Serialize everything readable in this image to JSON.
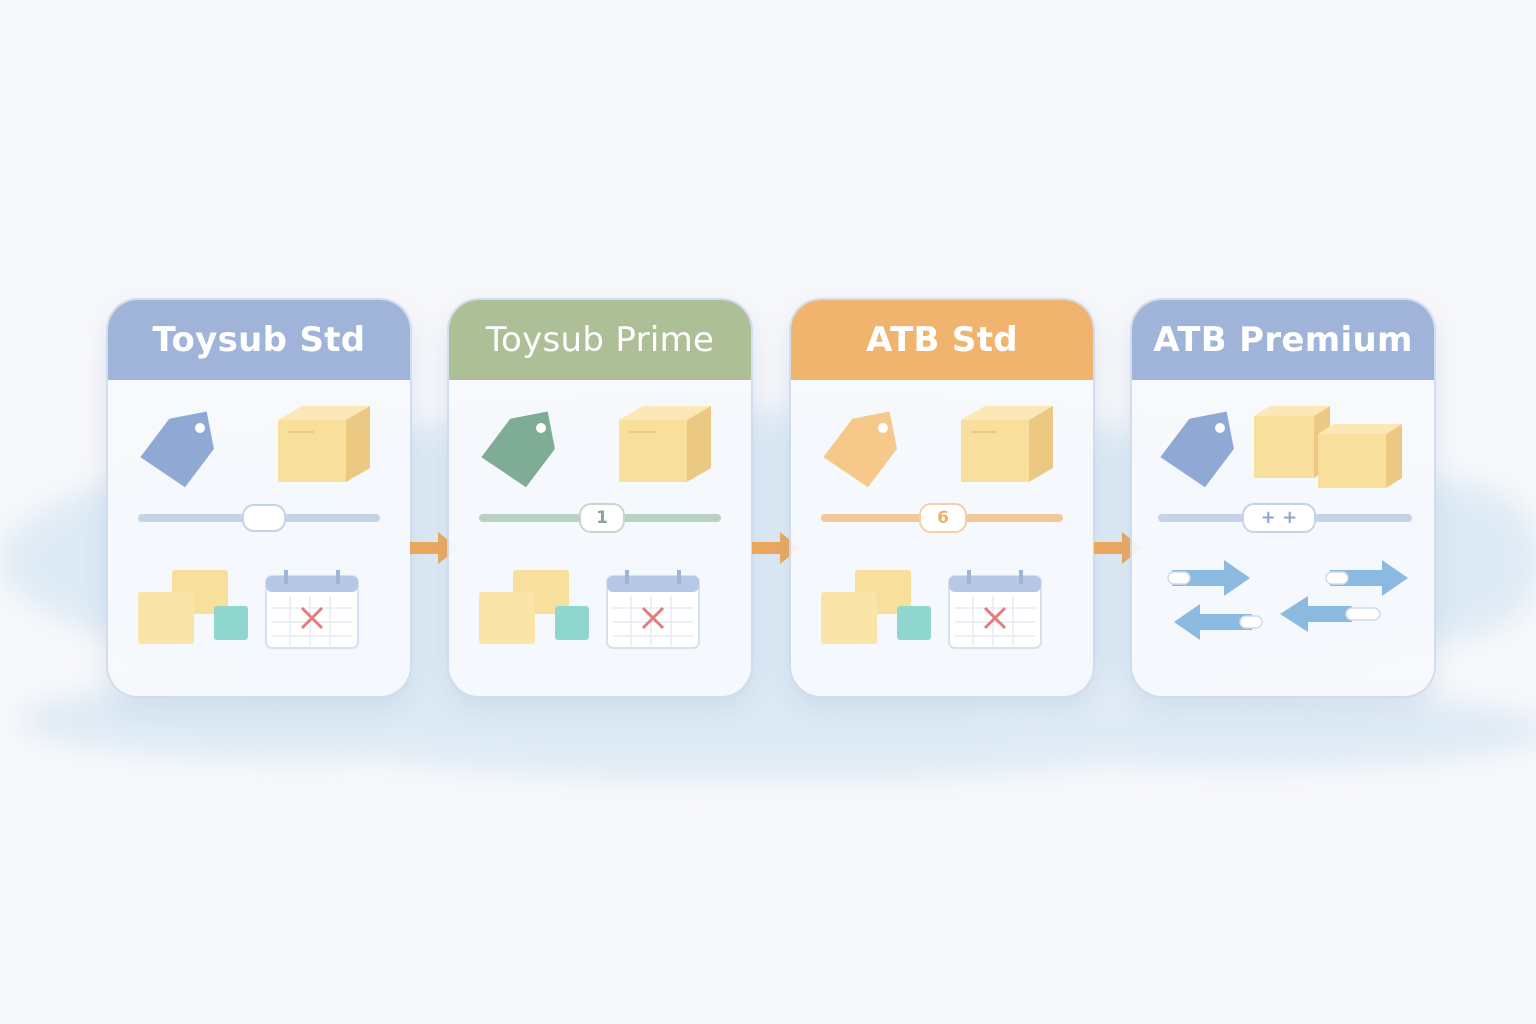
{
  "colors": {
    "blue": "#9fb4d8",
    "green": "#acbf96",
    "orange": "#f0b46e",
    "box": "#f9df9c",
    "cube_teal": "#8fd6cf",
    "calendar_x": "#e07d7d",
    "flow_arrow": "#eba75c",
    "swap_arrow": "#8cb9e0"
  },
  "cards": [
    {
      "title": "Toysub Std",
      "slider_badge": "",
      "icons": [
        "tag-icon",
        "box-icon",
        "slider-icon",
        "boxes-icon",
        "calendar-x-icon"
      ]
    },
    {
      "title": "Toysub Prime",
      "slider_badge": "1",
      "icons": [
        "tag-icon",
        "box-icon",
        "slider-icon",
        "boxes-icon",
        "calendar-x-icon"
      ]
    },
    {
      "title": "ATB Std",
      "slider_badge": "6",
      "icons": [
        "tag-icon",
        "box-icon",
        "slider-icon",
        "boxes-icon",
        "calendar-x-icon"
      ]
    },
    {
      "title": "ATB Premium",
      "slider_badge": "+ +",
      "icons": [
        "tag-icon",
        "double-box-icon",
        "slider-icon",
        "swap-arrows-icon"
      ]
    }
  ]
}
